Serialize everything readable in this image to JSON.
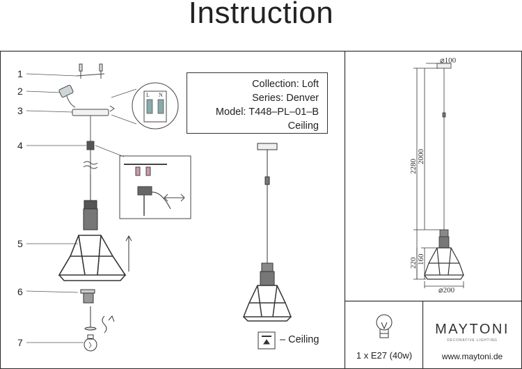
{
  "title": "Instruction",
  "info": {
    "collection": "Collection: Loft",
    "series": "Series: Denver",
    "model": "Model: T448–PL–01–B",
    "mount": "Ceiling"
  },
  "steps": [
    "1",
    "2",
    "3",
    "4",
    "5",
    "6",
    "7"
  ],
  "legend": {
    "ceiling": "– Ceiling"
  },
  "bulb": {
    "spec": "1 x E27 (40w)"
  },
  "brand": {
    "name": "MAYTONI",
    "tagline": "DECORATIVE LIGHTING",
    "url": "www.maytoni.de"
  },
  "dimensions": {
    "canopy_diameter": "⌀100",
    "total_height": "2280",
    "cable_length": "2000",
    "shade_height": "220",
    "shade_inner_height": "160",
    "shade_diameter": "⌀200"
  },
  "wiring": {
    "terminal_left": "L",
    "terminal_right": "N"
  }
}
